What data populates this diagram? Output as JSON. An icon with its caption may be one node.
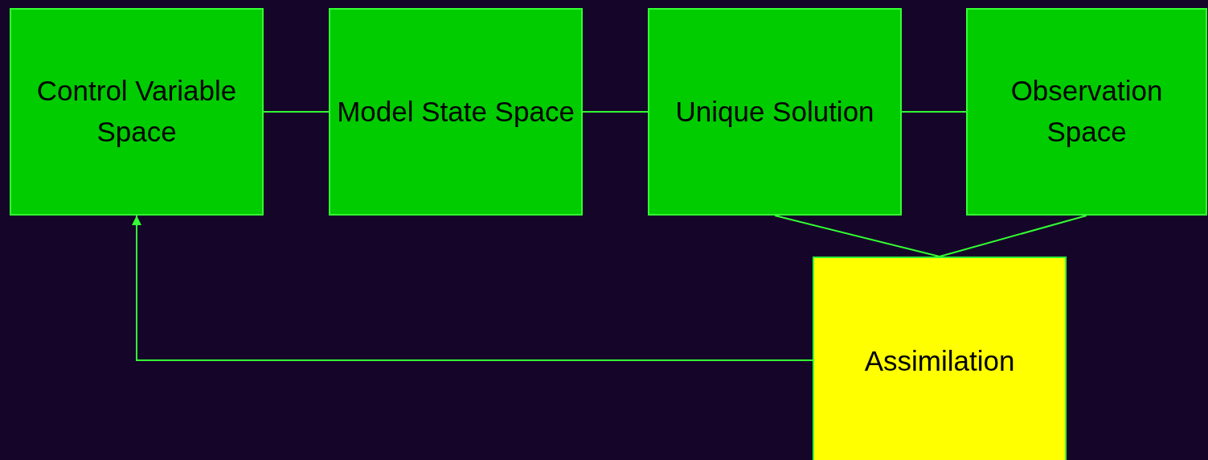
{
  "diagram": {
    "nodes": [
      {
        "text": [
          "Control Variable Space"
        ]
      },
      {
        "text": [
          "Model State Space"
        ]
      },
      {
        "text": [
          "Unique Solution"
        ]
      },
      {
        "text": [
          "Observation Space"
        ]
      },
      {
        "text": [
          "Assimilation"
        ]
      }
    ],
    "edges": [
      {
        "from": 0,
        "to": 1,
        "arrow": "none"
      },
      {
        "from": 1,
        "to": 2,
        "arrow": "none"
      },
      {
        "from": 2,
        "to": 3,
        "arrow": "none"
      },
      {
        "from": 4,
        "to": 2,
        "arrow": "none"
      },
      {
        "from": 4,
        "to": 3,
        "arrow": "none"
      },
      {
        "from": 4,
        "to": 0,
        "arrow": "to"
      }
    ]
  }
}
